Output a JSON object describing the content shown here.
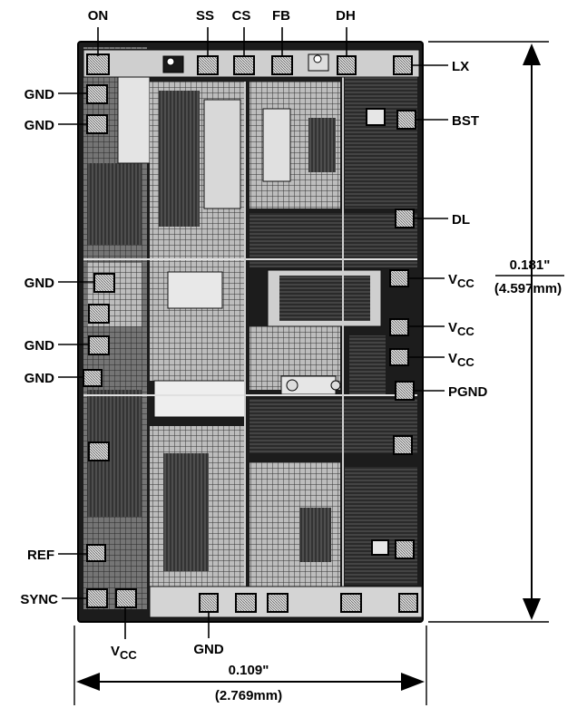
{
  "pins": {
    "on": "ON",
    "ss": "SS",
    "cs": "CS",
    "fb": "FB",
    "dh": "DH",
    "lx": "LX",
    "bst": "BST",
    "dl": "DL",
    "pgnd": "PGND",
    "ref": "REF",
    "sync": "SYNC",
    "gnd": "GND",
    "vcc_main": "V",
    "vcc_sub": "CC"
  },
  "dimensions": {
    "height_in": "0.181\"",
    "height_mm": "(4.597mm)",
    "width_in": "0.109\"",
    "width_mm": "(2.769mm)"
  },
  "colors": {
    "die_dark": "#1a1a1a",
    "die_mid": "#5a5a5a",
    "die_light": "#d8d8d8",
    "ink": "#000000"
  }
}
